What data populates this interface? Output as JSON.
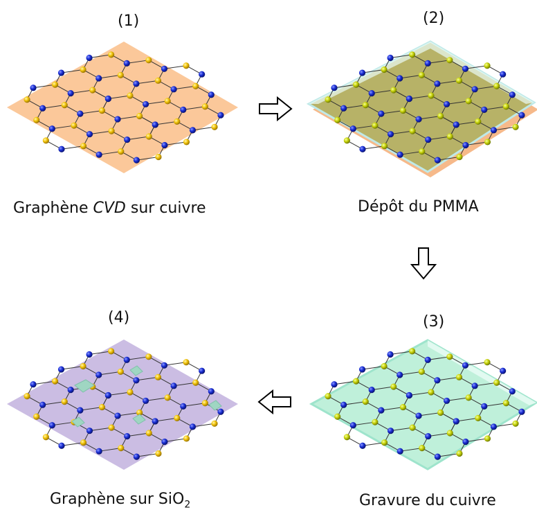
{
  "steps": [
    {
      "number": "(1)",
      "caption_pre": "Graphène ",
      "caption_em": "CVD",
      "caption_post": " sur cuivre"
    },
    {
      "number": "(2)",
      "caption": "Dépôt du PMMA"
    },
    {
      "number": "(3)",
      "caption": "Gravure du cuivre"
    },
    {
      "number": "(4)",
      "caption_pre": "Graphène sur SiO",
      "caption_sub": "2"
    }
  ],
  "colors": {
    "copper": "#fbc89a",
    "pmma_copper": "#b9b46a",
    "pmma": "#bff0da",
    "sio2": "#cbbde3",
    "atom_blue": "#1a2fd6",
    "atom_yellow": "#f2c40a",
    "bond": "#333333"
  },
  "icons": [
    "arrow-right-icon",
    "arrow-down-icon",
    "arrow-left-icon"
  ]
}
